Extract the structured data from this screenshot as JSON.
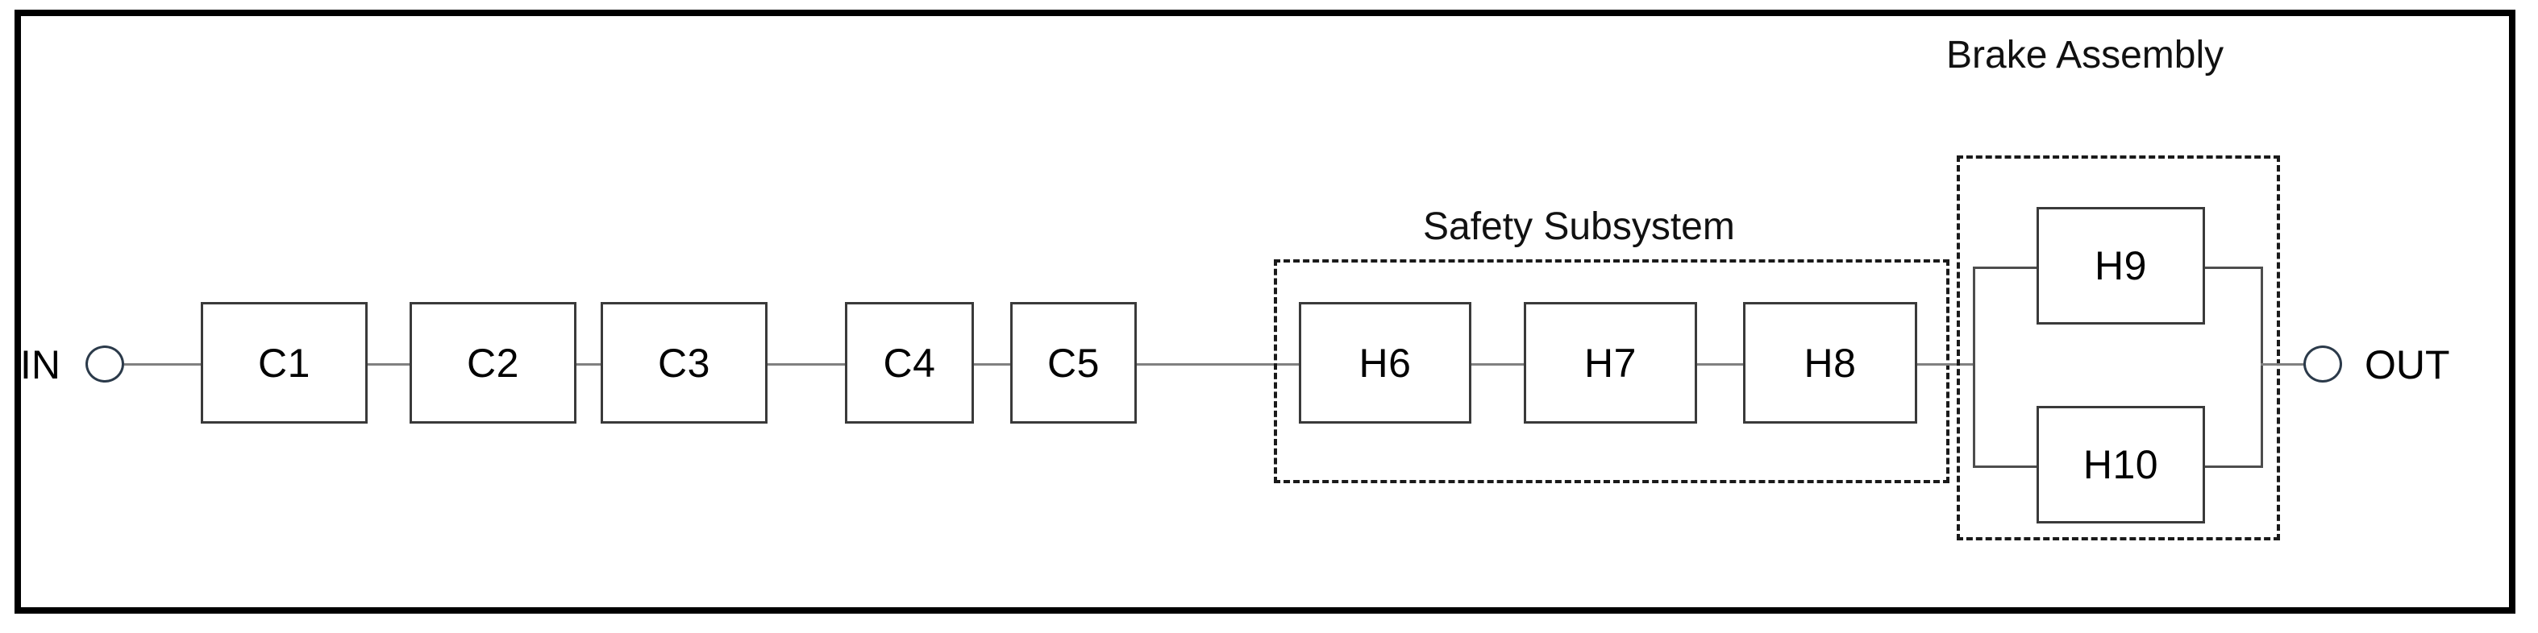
{
  "diagram": {
    "type": "reliability-block-diagram",
    "background_color": "#ffffff",
    "frame_color": "#000000",
    "block_border_color": "#3a3a3a",
    "wire_color": "#808080",
    "group_border_color": "#1a1a1a"
  },
  "terminals": {
    "input": {
      "label": "IN",
      "shape": "circle"
    },
    "output": {
      "label": "OUT",
      "shape": "circle"
    }
  },
  "series_blocks": [
    {
      "id": "c1",
      "label": "C1"
    },
    {
      "id": "c2",
      "label": "C2"
    },
    {
      "id": "c3",
      "label": "C3"
    },
    {
      "id": "c4",
      "label": "C4"
    },
    {
      "id": "c5",
      "label": "C5"
    }
  ],
  "groups": [
    {
      "id": "safety-subsystem",
      "title": "Safety Subsystem",
      "arrangement": "series",
      "blocks": [
        {
          "id": "h6",
          "label": "H6"
        },
        {
          "id": "h7",
          "label": "H7"
        },
        {
          "id": "h8",
          "label": "H8"
        }
      ]
    },
    {
      "id": "brake-assembly",
      "title": "Brake Assembly",
      "arrangement": "parallel",
      "blocks": [
        {
          "id": "h9",
          "label": "H9"
        },
        {
          "id": "h10",
          "label": "H10"
        }
      ]
    }
  ]
}
